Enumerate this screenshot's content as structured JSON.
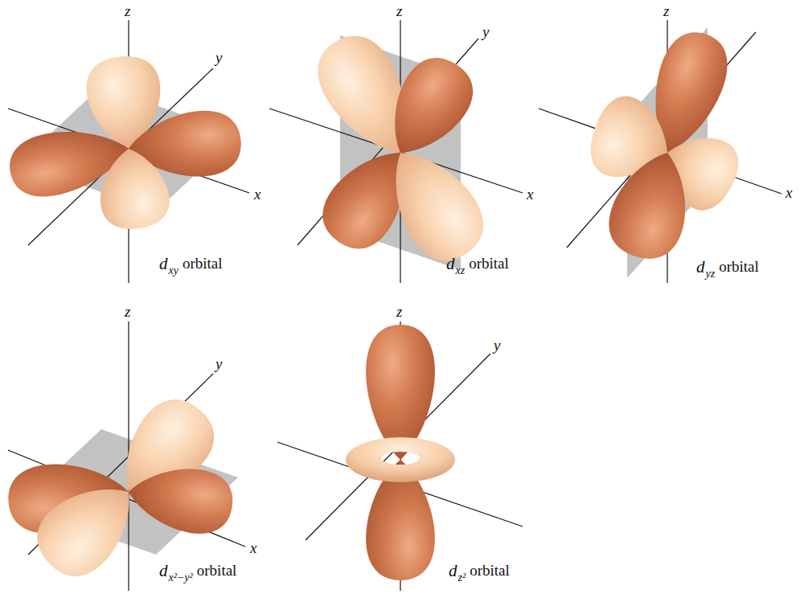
{
  "diagram": {
    "labels": [
      "z",
      "y",
      "x",
      "d",
      "xy",
      "orbital",
      "z",
      "y",
      "x",
      "d",
      "xz",
      "orbital",
      "z",
      "x",
      "d",
      "yz",
      "orbital",
      "z",
      "y",
      "x",
      "d",
      "x²−y²",
      "orbital",
      "z",
      "y",
      "d",
      "z²",
      "orbital"
    ]
  }
}
